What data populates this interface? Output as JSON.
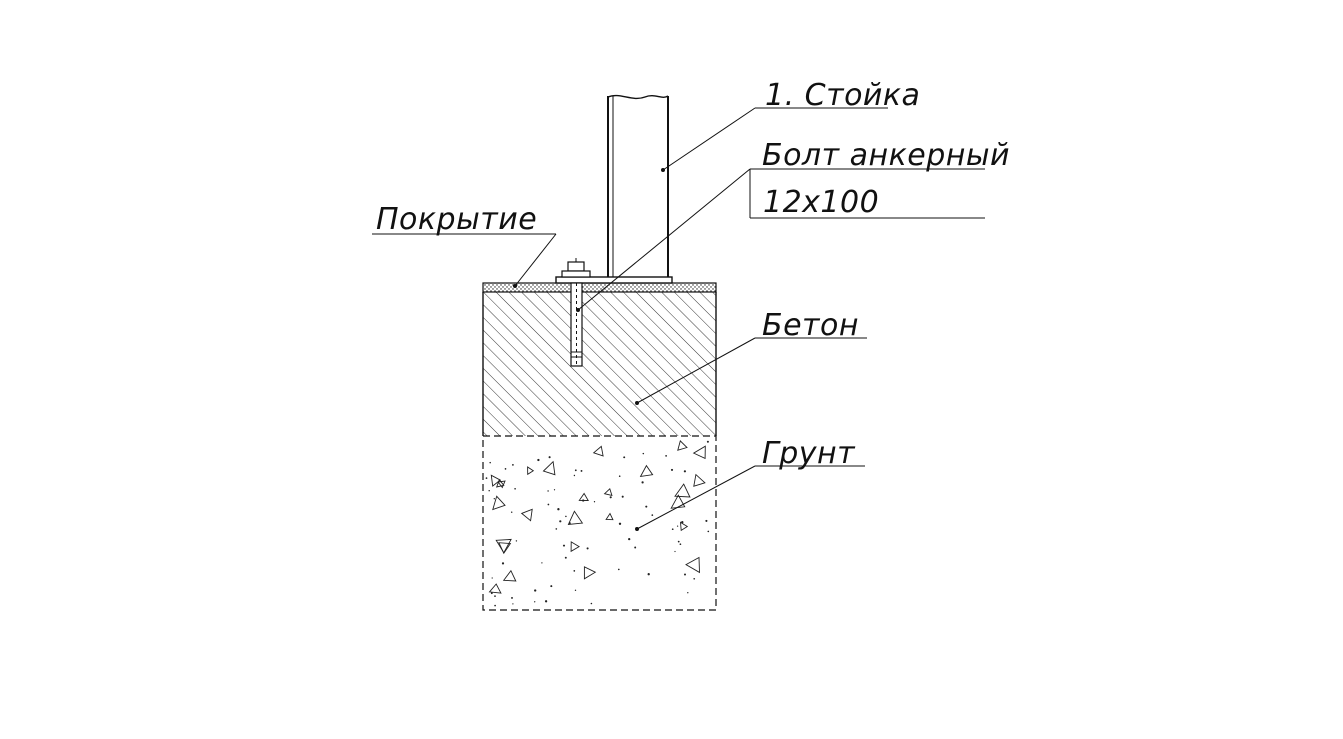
{
  "labels": {
    "post": "1. Стойка",
    "anchor_bolt_line1": "Болт анкерный",
    "anchor_bolt_line2": "12x100",
    "coating": "Покрытие",
    "concrete": "Бетон",
    "soil": "Грунт"
  },
  "colors": {
    "ink": "#111111",
    "background": "#ffffff"
  }
}
